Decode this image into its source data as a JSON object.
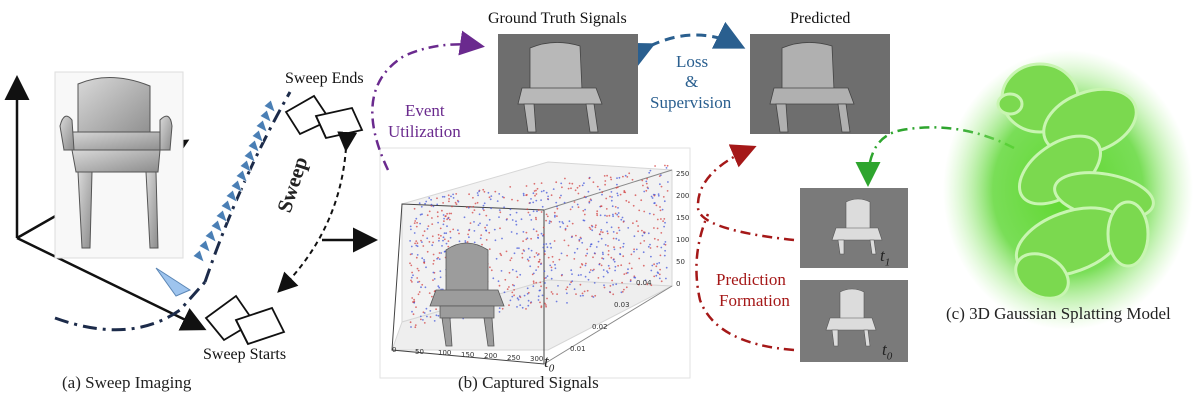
{
  "panels": {
    "sweep_imaging": {
      "caption": "(a) Sweep Imaging",
      "sweep_ends": "Sweep Ends",
      "sweep_starts": "Sweep Starts",
      "sweep": "Sweep"
    },
    "captured_signals": {
      "caption": "(b) Captured Signals",
      "t0": "t",
      "t0_sub": "0",
      "z_ticks": [
        "0",
        "50",
        "100",
        "150",
        "200",
        "250"
      ],
      "x_ticks": [
        "0",
        "50",
        "100",
        "150",
        "200",
        "250",
        "300"
      ],
      "y_ticks": [
        "0.01",
        "0.02",
        "0.03",
        "0.04"
      ]
    },
    "ground_truth": {
      "title": "Ground Truth Signals"
    },
    "predicted": {
      "title": "Predicted"
    },
    "loss": {
      "line1": "Loss",
      "line2": "&",
      "line3": "Supervision"
    },
    "event": {
      "line1": "Event",
      "line2": "Utilization"
    },
    "prediction_formation": {
      "line1": "Prediction",
      "line2": "Formation"
    },
    "renders": {
      "t1": "t",
      "t1_sub": "1",
      "t0": "t",
      "t0_sub": "0"
    },
    "gaussian": {
      "caption": "(c) 3D Gaussian Splatting Model"
    }
  },
  "colors": {
    "purple": "#6a2a8e",
    "blue": "#2a5f8f",
    "red": "#a51818",
    "green": "#2ea52e",
    "navy": "#1c2b4a"
  }
}
